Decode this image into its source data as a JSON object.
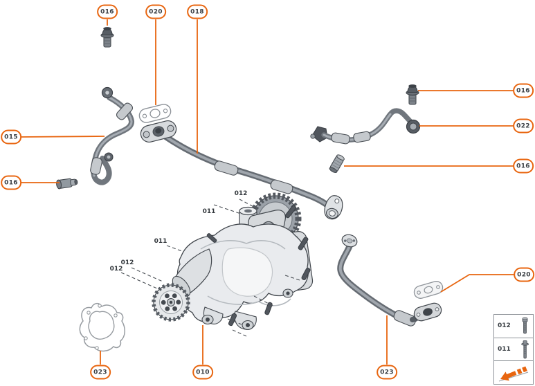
{
  "accent_color": "#e8650f",
  "callouts": [
    {
      "label": "016"
    },
    {
      "label": "020"
    },
    {
      "label": "018"
    },
    {
      "label": "015"
    },
    {
      "label": "016"
    },
    {
      "label": "016"
    },
    {
      "label": "022"
    },
    {
      "label": "016"
    },
    {
      "label": "020"
    },
    {
      "label": "023"
    },
    {
      "label": "010"
    },
    {
      "label": "023"
    }
  ],
  "inline_labels": [
    {
      "label": "012"
    },
    {
      "label": "011"
    },
    {
      "label": "011"
    },
    {
      "label": "012"
    },
    {
      "label": "012"
    }
  ],
  "legend": {
    "rows": [
      {
        "label": "012",
        "icon": "hex-bolt-icon"
      },
      {
        "label": "011",
        "icon": "flange-bolt-icon"
      }
    ],
    "direction_icon": "direction-arrow-icon"
  }
}
